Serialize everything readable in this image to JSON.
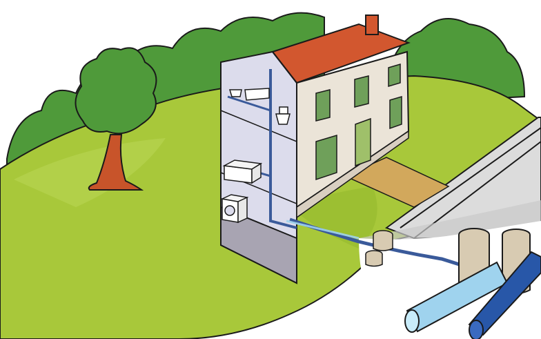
{
  "scene": {
    "colors": {
      "background": "#ffffff",
      "grass": "#a8c83a",
      "grass_light": "#b9d653",
      "grass_dark": "#8fb42b",
      "trees": "#4f9a3a",
      "tree_trunk": "#c8542a",
      "roof": "#d2572f",
      "wall": "#ebe4d8",
      "wall_stone": "#d9cfc1",
      "interior_wall": "#dcdcec",
      "interior_floor": "#a8a4b2",
      "window_frame": "#f2f0ea",
      "window_glass": "#6fa05a",
      "road": "#dcdcdc",
      "path": "#d2a85c",
      "pipe_light": "#9fd3ee",
      "pipe_dark": "#2857a8",
      "pipe_wastewater": "#3a5a9a",
      "manhole": "#d8cbb2",
      "outline": "#1a1a1a"
    },
    "icons": [
      "house-with-cutaway",
      "tree-icon",
      "bathtub-icon",
      "sink-icon",
      "toilet-icon",
      "kitchen-counter-icon",
      "washing-machine-icon",
      "drain-pipe",
      "manhole-icon",
      "street-sewer-main",
      "water-main-pipe"
    ]
  }
}
